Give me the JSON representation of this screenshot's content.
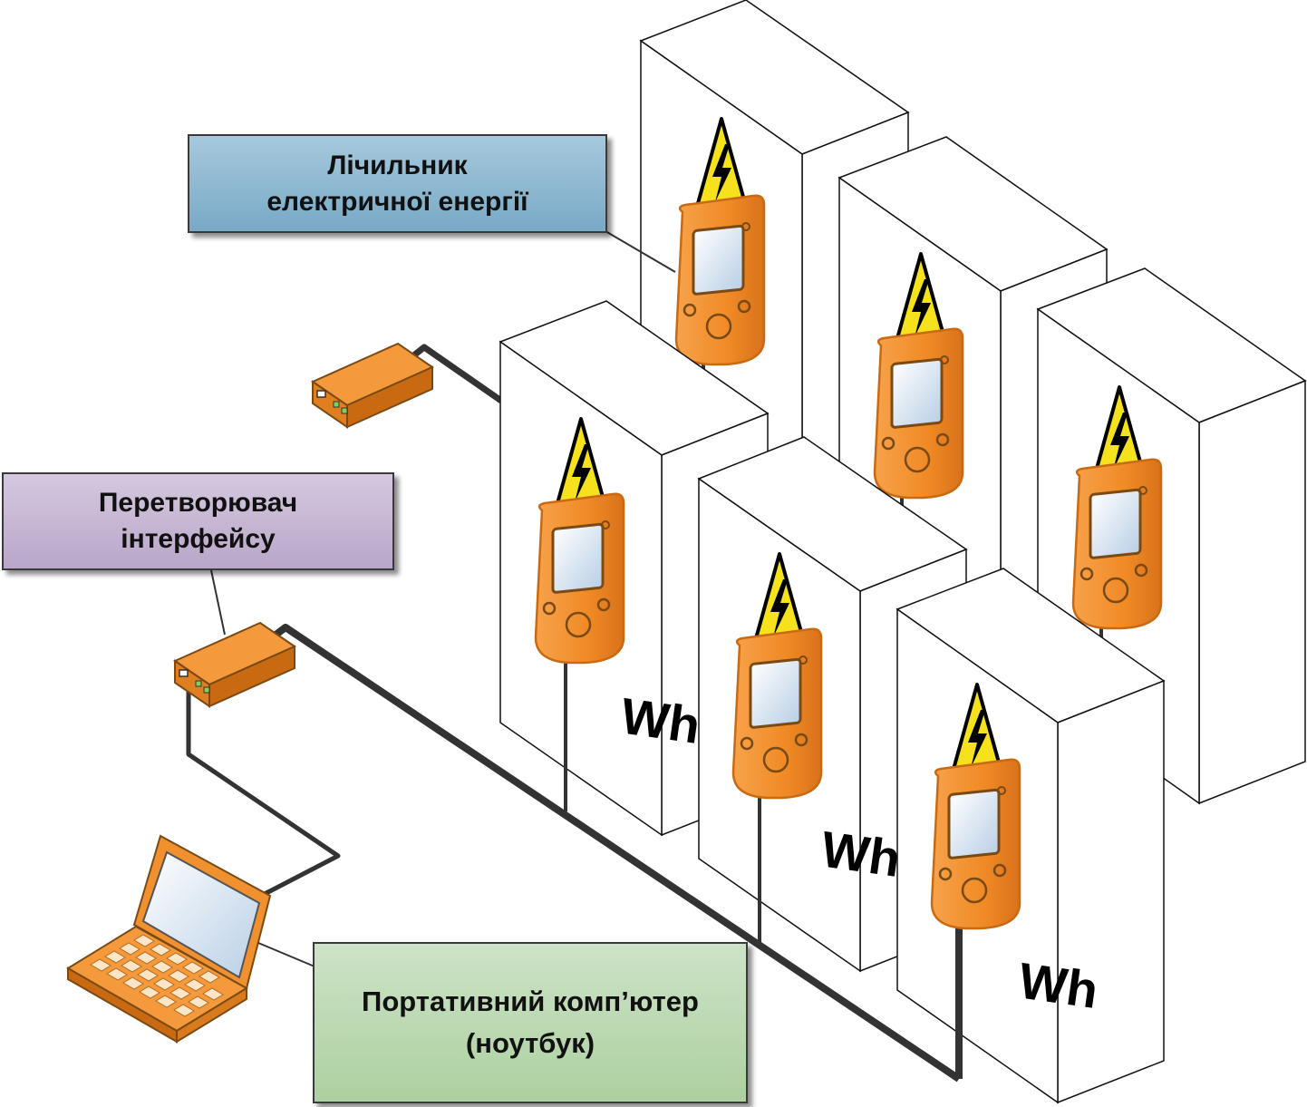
{
  "callouts": {
    "meter": {
      "line1": "Лічильник",
      "line2": "електричної енергії"
    },
    "converter": {
      "line1": "Перетворювач",
      "line2": "інтерфейсу"
    },
    "laptop": {
      "line1": "Портативний комп’ютер",
      "line2": "(ноутбук)"
    }
  },
  "cabinets": [
    {
      "id": "cabinet-back-1",
      "label": ""
    },
    {
      "id": "cabinet-back-2",
      "label": ""
    },
    {
      "id": "cabinet-back-3",
      "label": ""
    },
    {
      "id": "cabinet-front-1",
      "label": "Wh"
    },
    {
      "id": "cabinet-front-2",
      "label": "Wh"
    },
    {
      "id": "cabinet-front-3",
      "label": "Wh"
    }
  ],
  "icons": {
    "hazard": "high-voltage-warning-icon",
    "meter": "electricity-meter-icon",
    "converter": "interface-converter-icon",
    "laptop": "laptop-icon"
  },
  "colors": {
    "device_orange": "#f0902e",
    "device_orange_dark": "#c96a12",
    "hazard_yellow": "#f6e11d",
    "cable": "#333333",
    "meter_callout": "#8ab7d2",
    "converter_callout": "#c4b4d3",
    "laptop_callout": "#bedab3"
  }
}
